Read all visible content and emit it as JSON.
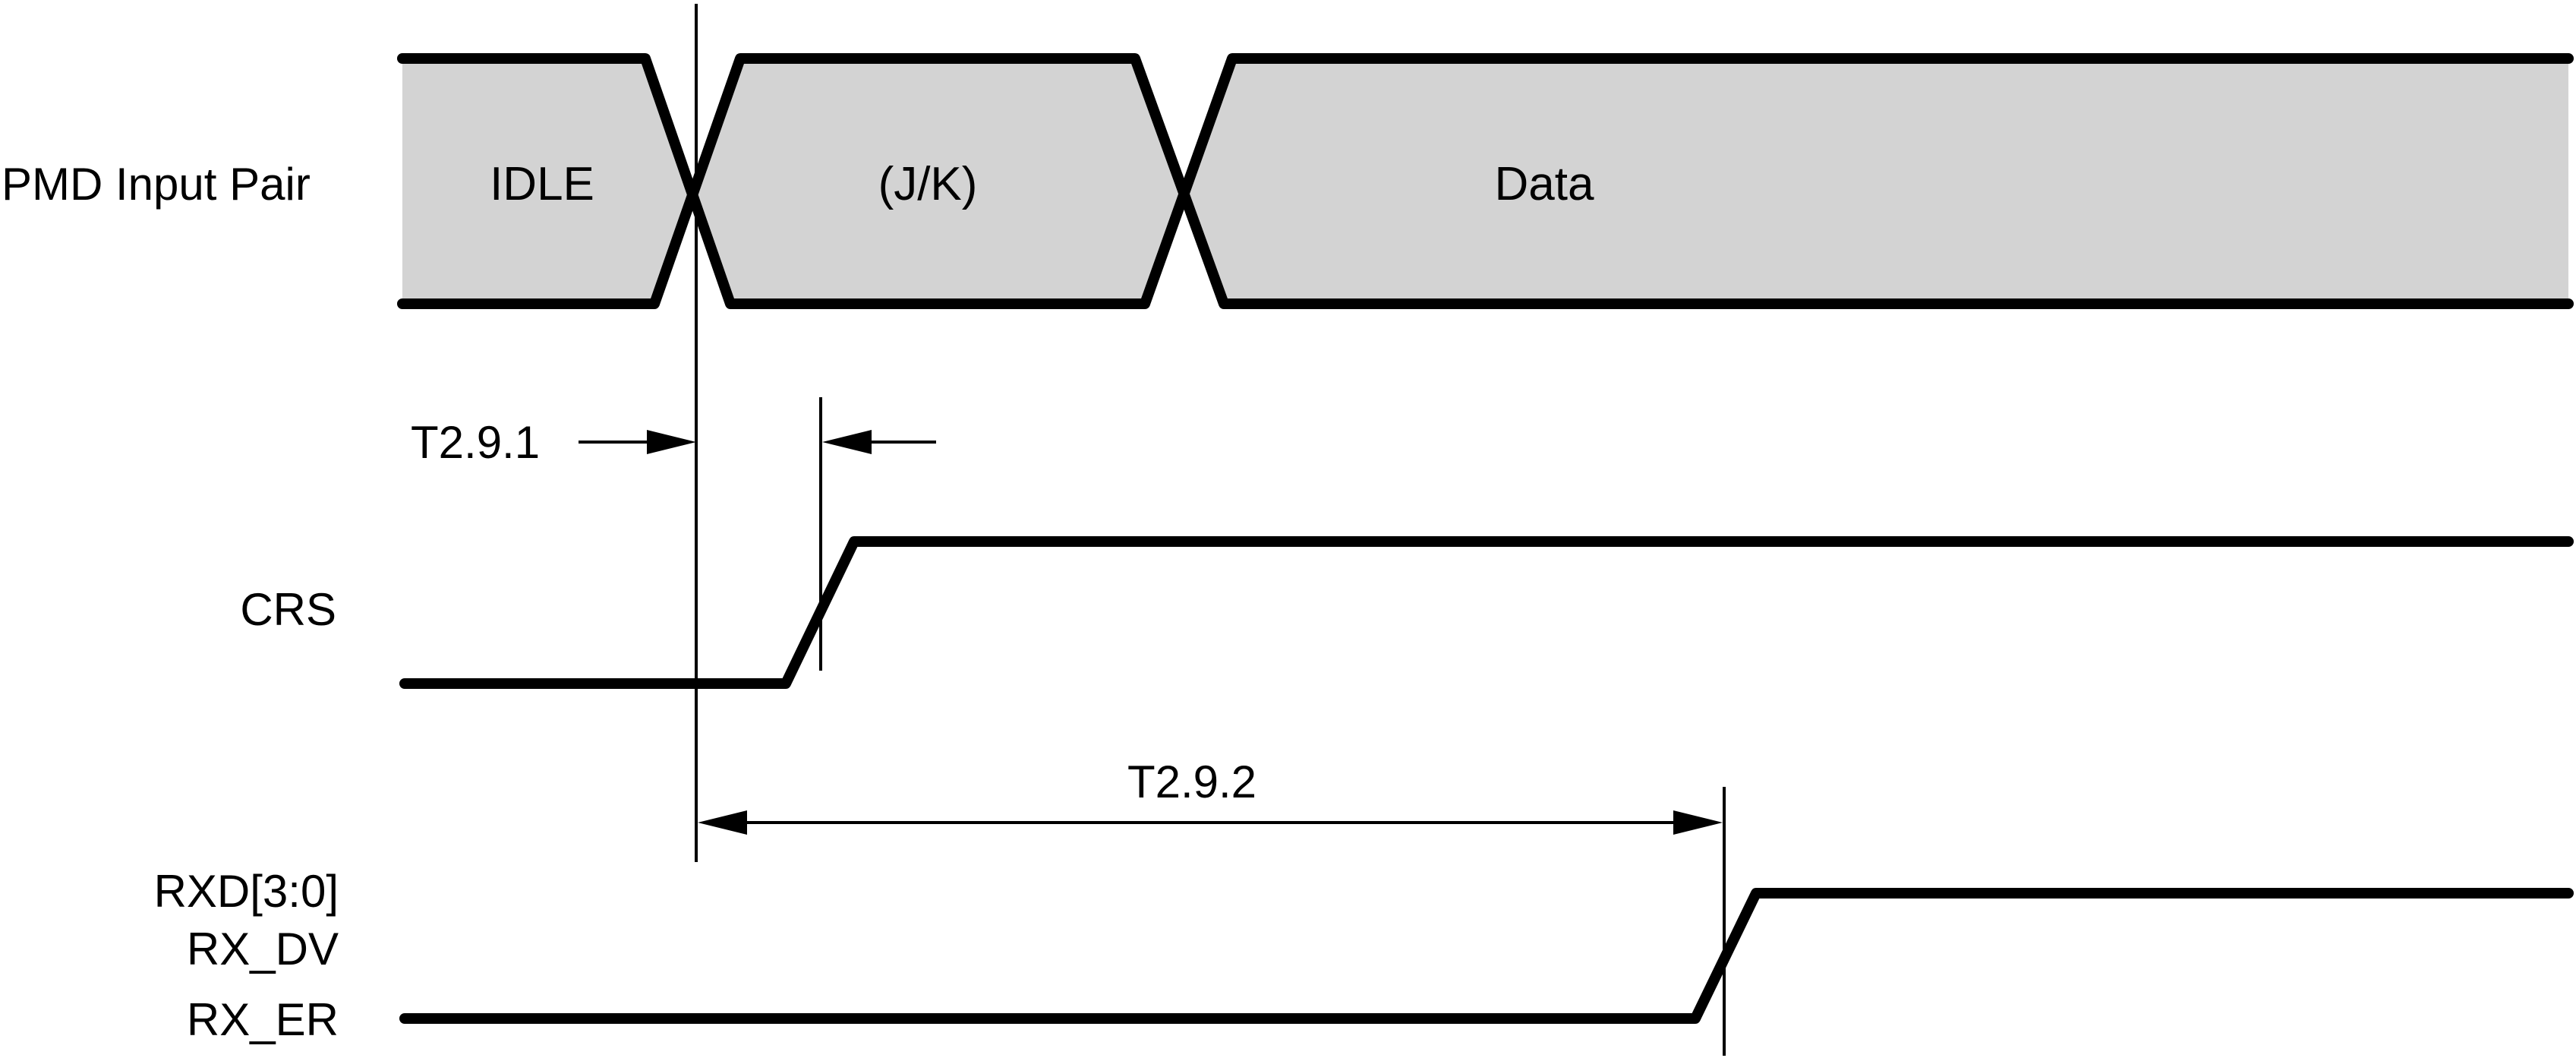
{
  "signals": {
    "pmd_input_pair": "PMD Input Pair",
    "crs": "CRS",
    "rxd": "RXD[3:0]",
    "rx_dv": "RX_DV",
    "rx_er": "RX_ER"
  },
  "bus_states": {
    "idle": "IDLE",
    "jk": "(J/K)",
    "data": "Data"
  },
  "timing": {
    "t1": "T2.9.1",
    "t2": "T2.9.2"
  },
  "colors": {
    "bus_fill": "#d3d3d3",
    "line": "#000000"
  }
}
